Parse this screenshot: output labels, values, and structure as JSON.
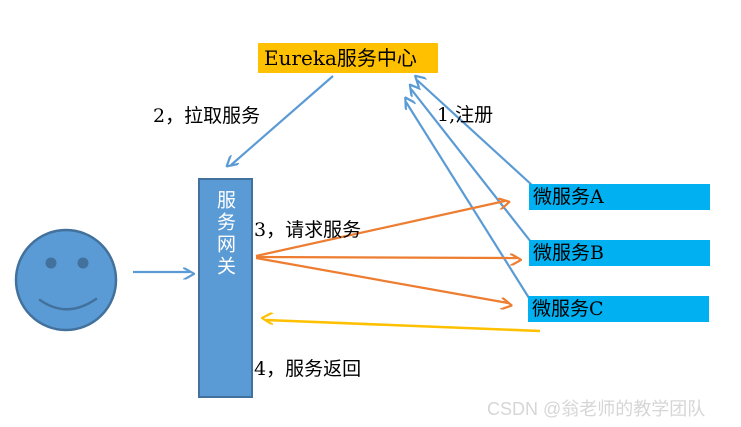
{
  "diagram": {
    "eureka": {
      "label": "Eureka服务中心"
    },
    "gateway": {
      "label": "服务网关"
    },
    "services": [
      {
        "label": "微服务A"
      },
      {
        "label": "微服务B"
      },
      {
        "label": "微服务C"
      }
    ],
    "steps": {
      "register": "1,注册",
      "pull": "2，拉取服务",
      "request": "3，请求服务",
      "respond": "4，服务返回"
    },
    "user_icon": "smiley-face"
  },
  "watermark": "CSDN @翁老师的教学团队",
  "colors": {
    "eureka-bg": "#FFC000",
    "gateway-bg": "#5B9BD5",
    "gateway-border": "#41719C",
    "service-bg": "#00B0F0",
    "arrow-blue": "#5B9BD5",
    "arrow-orange": "#ED7D31",
    "arrow-yellow": "#FFC000",
    "smiley-feature": "#41719C",
    "text": "#000000",
    "watermark": "#D6D6D6"
  }
}
